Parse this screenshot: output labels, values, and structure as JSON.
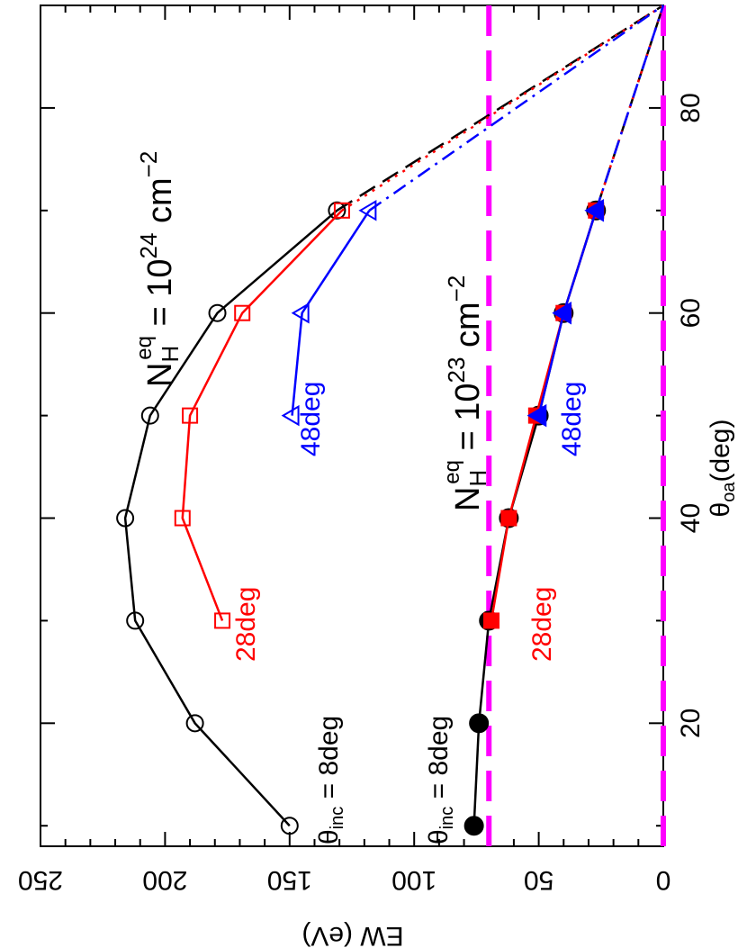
{
  "chart_data": {
    "type": "line",
    "orientation": "rotated-90",
    "xlabel_main": "θ",
    "xlabel_sub": "oa",
    "xlabel_unit": "(deg)",
    "ylabel": "EW (eV)",
    "xlim": [
      8,
      90
    ],
    "ylim": [
      0,
      250
    ],
    "x_ticks": [
      "20",
      "40",
      "60",
      "80"
    ],
    "y_ticks": [
      "0",
      "50",
      "100",
      "150",
      "200",
      "250"
    ],
    "grid": false,
    "annotations": {
      "nh24_prefix": "N",
      "nh24_sub": "H",
      "nh24_sup": "eq",
      "nh24_eq": " = 10",
      "nh24_exp": "24",
      "nh24_unit": " cm",
      "nh24_unit_exp": "−2",
      "nh23_prefix": "N",
      "nh23_sub": "H",
      "nh23_sup": "eq",
      "nh23_eq": " = 10",
      "nh23_exp": "23",
      "nh23_unit": " cm",
      "nh23_unit_exp": "−2",
      "inc_theta": "θ",
      "inc_sub": "inc",
      "inc_rest": " = 8deg",
      "lbl_28": "28deg",
      "lbl_48": "48deg"
    },
    "series": [
      {
        "group": "NH24",
        "incl": "8deg",
        "color": "#000000",
        "marker": "circle-open",
        "x": [
          10,
          20,
          30,
          40,
          50,
          60,
          70
        ],
        "y": [
          150,
          188,
          212,
          216,
          206,
          179,
          131
        ],
        "extrap_style": "dashed",
        "extrap_to": [
          90,
          0
        ]
      },
      {
        "group": "NH24",
        "incl": "28deg",
        "color": "#ff0000",
        "marker": "square-open",
        "x": [
          30,
          40,
          50,
          60,
          70
        ],
        "y": [
          177,
          193,
          190,
          169,
          129
        ],
        "extrap_style": "dotted",
        "extrap_to": [
          90,
          0
        ]
      },
      {
        "group": "NH24",
        "incl": "48deg",
        "color": "#0000ff",
        "marker": "triangle-open",
        "x": [
          50,
          60,
          70
        ],
        "y": [
          149,
          145,
          118
        ],
        "extrap_style": "dashdot",
        "extrap_to": [
          90,
          0
        ]
      },
      {
        "group": "NH23",
        "incl": "8deg",
        "color": "#000000",
        "marker": "circle-filled",
        "x": [
          10,
          20,
          30,
          40,
          50,
          60,
          70
        ],
        "y": [
          76,
          74,
          70,
          62,
          50,
          40,
          27
        ],
        "extrap_style": "dashed",
        "extrap_to": [
          90,
          0
        ]
      },
      {
        "group": "NH23",
        "incl": "28deg",
        "color": "#ff0000",
        "marker": "square-filled",
        "x": [
          30,
          40,
          50,
          60,
          70
        ],
        "y": [
          69,
          62,
          51,
          40,
          27
        ],
        "extrap_style": "dotted",
        "extrap_to": [
          90,
          0
        ]
      },
      {
        "group": "NH23",
        "incl": "48deg",
        "color": "#0000ff",
        "marker": "triangle-filled",
        "x": [
          50,
          60,
          70
        ],
        "y": [
          50,
          40,
          27
        ],
        "extrap_style": "dashdot",
        "extrap_to": [
          90,
          0
        ]
      }
    ],
    "reference_lines": [
      {
        "axis": "y",
        "value": 70,
        "color": "#ff00ff",
        "style": "dashed"
      },
      {
        "axis": "y",
        "value": 0,
        "color": "#ff00ff",
        "style": "dashed"
      }
    ]
  }
}
